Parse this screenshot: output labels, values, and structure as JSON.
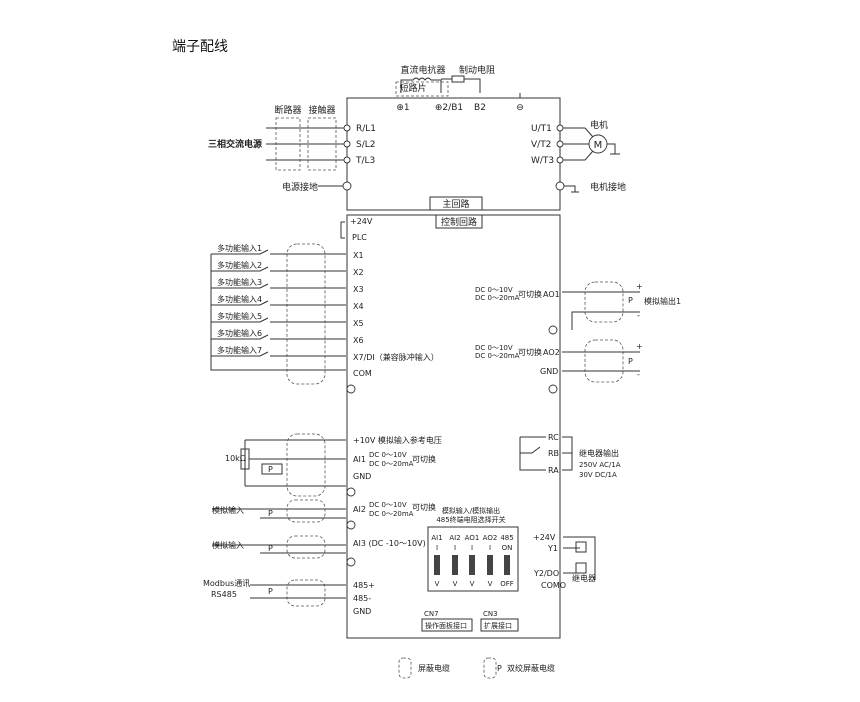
{
  "title": "端子配线",
  "top": {
    "dc_reactor": "直流电抗器",
    "brake_resistor": "制动电阻",
    "short_bar": "短路片",
    "terminals": [
      "⊕1",
      "⊕2/B1",
      "B2",
      "⊖"
    ]
  },
  "power": {
    "breaker": "断路器",
    "contactor": "接触器",
    "source": "三相交流电源",
    "inputs": [
      "R/L1",
      "S/L2",
      "T/L3"
    ],
    "outputs": [
      "U/T1",
      "V/T2",
      "W/T3"
    ],
    "motor": "电机",
    "motor_symbol": "M",
    "ground_left": "电源接地",
    "ground_right": "电机接地",
    "main_circuit": "主回路"
  },
  "control": {
    "label": "控制回路",
    "p24": "+24V",
    "plc": "PLC",
    "di_inputs": [
      {
        "label": "多功能输入1",
        "terminal": "X1"
      },
      {
        "label": "多功能输入2",
        "terminal": "X2"
      },
      {
        "label": "多功能输入3",
        "terminal": "X3"
      },
      {
        "label": "多功能输入4",
        "terminal": "X4"
      },
      {
        "label": "多功能输入5",
        "terminal": "X5"
      },
      {
        "label": "多功能输入6",
        "terminal": "X6"
      },
      {
        "label": "多功能输入7",
        "terminal": "X7/DI（兼容脉冲输入）"
      }
    ],
    "com": "COM",
    "p10v": "+10V 模拟输入参考电压",
    "pot": "10kΩ",
    "ai1": "AI1",
    "ai1_range1": "DC 0～10V",
    "ai1_range2": "DC 0～20mA",
    "switchable": "可切换",
    "gnd": "GND",
    "ai2": "AI2",
    "ai3": "AI3 (DC -10～10V)",
    "analog_in": "模拟输入",
    "p_mark": "P",
    "modbus1": "Modbus通讯",
    "modbus2": "RS485",
    "rs485_p": "485+",
    "rs485_n": "485-",
    "dip_title1": "模拟输入/模拟输出",
    "dip_title2": "485终端电阻选择开关",
    "dip_cols": [
      "AI1",
      "AI2",
      "AO1",
      "AO2",
      "485"
    ],
    "dip_top": [
      "I",
      "I",
      "I",
      "I",
      "ON"
    ],
    "dip_bottom": [
      "V",
      "V",
      "V",
      "V",
      "OFF"
    ],
    "cn7": "CN7",
    "cn7_label": "操作面板接口",
    "cn3": "CN3",
    "cn3_label": "扩展接口",
    "ao1": "AO1",
    "ao2": "AO2",
    "ao_range1": "DC 0～10V",
    "ao_range2": "DC 0～20mA",
    "analog_out1": "模拟输出1",
    "plus": "+",
    "minus": "-",
    "rc": "RC",
    "rb": "RB",
    "ra": "RA",
    "relay_out": "继电器输出",
    "relay_rating1": "250V AC/1A",
    "relay_rating2": "30V  DC/1A",
    "y1": "Y1",
    "y2": "Y2/DO",
    "como": "COMO",
    "relay": "继电器"
  },
  "legend": {
    "shielded": "屏蔽电缆",
    "twisted": "双绞屏蔽电缆",
    "p_mark": "P"
  }
}
